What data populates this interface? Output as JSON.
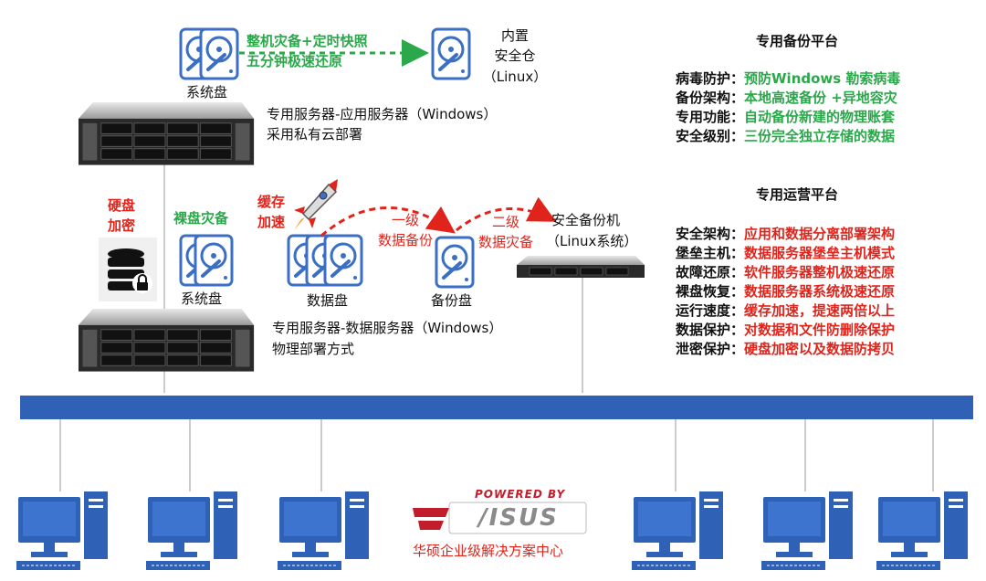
{
  "top": {
    "system_disk_label": "系统盘",
    "backup_line1": "整机灾备+定时快照",
    "backup_line2": "五分钟极速还原",
    "vault_line1": "内置",
    "vault_line2": "安全仓",
    "vault_line3": "（Linux）",
    "server_line1": "专用服务器-应用服务器（Windows）",
    "server_line2": "采用私有云部署"
  },
  "middle": {
    "encrypt_line1": "硬盘",
    "encrypt_line2": "加密",
    "bare_disk_label": "裸盘灾备",
    "system_disk_label": "系统盘",
    "cache_line1": "缓存",
    "cache_line2": "加速",
    "level1_line1": "一级",
    "level1_line2": "数据备份",
    "level2_line1": "二级",
    "level2_line2": "数据灾备",
    "data_disk_label": "数据盘",
    "backup_disk_label": "备份盘",
    "backup_machine_line1": "安全备份机",
    "backup_machine_line2": "（Linux系统）",
    "server_line1": "专用服务器-数据服务器（Windows）",
    "server_line2": "物理部署方式"
  },
  "backup_platform": {
    "title": "专用备份平台",
    "rows": [
      {
        "key": "病毒防护：",
        "value": "预防Windows 勒索病毒"
      },
      {
        "key": "备份架构：",
        "value": "本地高速备份 +异地容灾"
      },
      {
        "key": "专用功能：",
        "value": "自动备份新建的物理账套"
      },
      {
        "key": "安全级别：",
        "value": "三份完全独立存储的数据"
      }
    ]
  },
  "ops_platform": {
    "title": "专用运营平台",
    "rows": [
      {
        "key": "安全架构：",
        "value": "应用和数据分离部署架构"
      },
      {
        "key": "堡垒主机：",
        "value": "数据服务器堡垒主机模式"
      },
      {
        "key": "故障还原：",
        "value": "软件服务器整机极速还原"
      },
      {
        "key": "裸盘恢复：",
        "value": "数据服务器系统极速还原"
      },
      {
        "key": "运行速度：",
        "value": "缓存加速，提速两倍以上"
      },
      {
        "key": "数据保护：",
        "value": "对数据和文件防删除保护"
      },
      {
        "key": "泄密保护：",
        "value": "硬盘加密以及数据防拷贝"
      }
    ]
  },
  "brand": {
    "powered_by": "POWERED BY",
    "logo": "/ISUS",
    "caption": "华硕企业级解决方案中心"
  },
  "colors": {
    "green": "#2aa84a",
    "red": "#e0241b",
    "network_blue": "#2f62b6",
    "disk_blue": "#3b6fc4"
  }
}
